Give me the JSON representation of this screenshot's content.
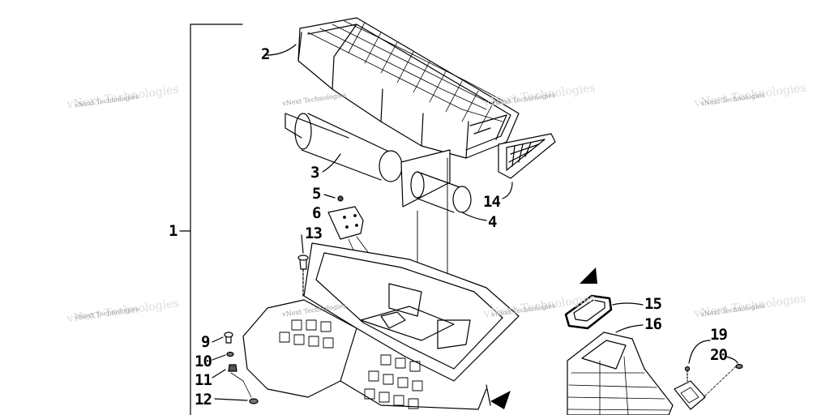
{
  "watermark_text": "vNext Technologies",
  "callouts": {
    "c1": "1",
    "c2": "2",
    "c3": "3",
    "c4": "4",
    "c5": "5",
    "c6": "6",
    "c9": "9",
    "c10": "10",
    "c11": "11",
    "c12": "12",
    "c13": "13",
    "c14": "14",
    "c15": "15",
    "c16": "16",
    "c19": "19",
    "c20": "20"
  },
  "colors": {
    "line": "#000000",
    "watermark": "#9a9a9a"
  }
}
